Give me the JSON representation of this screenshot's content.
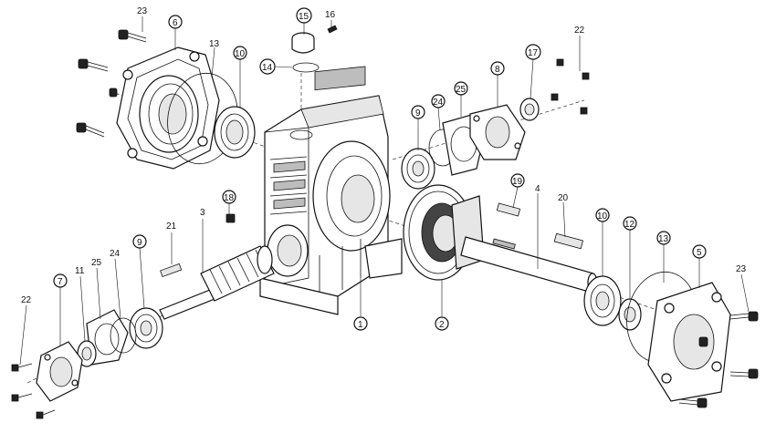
{
  "callouts": {
    "c23a": "23",
    "c6": "6",
    "c13a": "13",
    "c10a": "10",
    "c15": "15",
    "c16": "16",
    "c14": "14",
    "c9a": "9",
    "c24a": "24",
    "c25a": "25",
    "c8": "8",
    "c17": "17",
    "c22a": "22",
    "c18": "18",
    "c3": "3",
    "c21a": "21",
    "c19": "19",
    "c4": "4",
    "c20": "20",
    "c10b": "10",
    "c12": "12",
    "c13b": "13",
    "c5": "5",
    "c23b": "23",
    "c22b": "22",
    "c7": "7",
    "c11": "11",
    "c25b": "25",
    "c24b": "24",
    "c9b": "9",
    "c1": "1",
    "c2": "2"
  }
}
